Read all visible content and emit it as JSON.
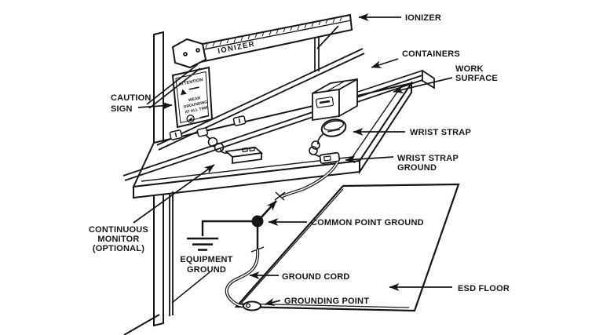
{
  "figure": {
    "background": "#ffffff",
    "ink_color": "#151515",
    "callouts": {
      "ionizer": "IONIZER",
      "containers": "CONTAINERS",
      "work_surface_line1": "WORK",
      "work_surface_line2": "SURFACE",
      "wrist_strap": "WRIST STRAP",
      "wrist_strap_ground_line1": "WRIST STRAP",
      "wrist_strap_ground_line2": "GROUND",
      "caution_sign_line1": "CAUTION",
      "caution_sign_line2": "SIGN",
      "continuous_monitor_line1": "CONTINUOUS",
      "continuous_monitor_line2": "MONITOR",
      "continuous_monitor_line3": "(OPTIONAL)",
      "equipment_ground_line1": "EQUIPMENT",
      "equipment_ground_line2": "GROUND",
      "common_point_ground": "COMMON POINT GROUND",
      "ground_cord": "GROUND CORD",
      "grounding_point": "GROUNDING POINT",
      "esd_floor": "ESD FLOOR"
    },
    "artwork_text": {
      "ionizer_bar": "IONIZER",
      "sign_header": "ATTENTION",
      "sign_line1": "WEAR",
      "sign_line2": "GROUNDING",
      "sign_line3": "AT ALL TIME"
    }
  }
}
